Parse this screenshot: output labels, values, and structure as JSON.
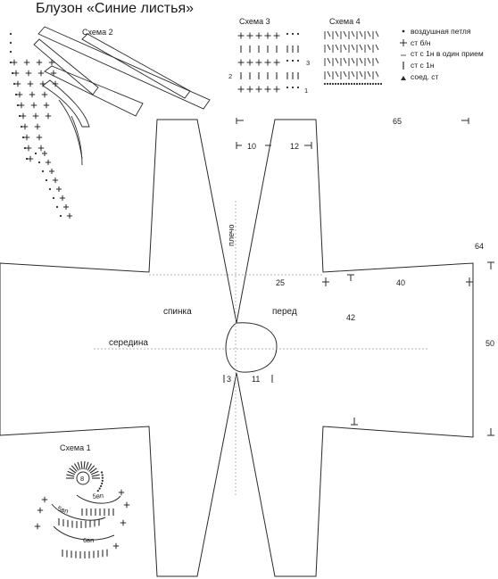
{
  "title": "Блузон «Синие листья»",
  "schemes": {
    "s1": "Схема 1",
    "s2": "Схема 2",
    "s3": "Схема 3",
    "s4": "Схема 4",
    "s1_center": "8",
    "s1_chain1": "5вп",
    "s1_chain2": "5вп",
    "s1_chain3": "6вп"
  },
  "scheme3_rows": {
    "r1": "1",
    "r2": "2",
    "r3": "3"
  },
  "legend": [
    {
      "label": "воздушная петля",
      "icon": "dot-icon"
    },
    {
      "label": "ст б/н",
      "icon": "cross-icon"
    },
    {
      "label": "ст с 1н в один прием",
      "icon": "tied-stitch-icon"
    },
    {
      "label": "ст с 1н",
      "icon": "bar-icon"
    },
    {
      "label": "соед. ст",
      "icon": "triangle-icon"
    }
  ],
  "pattern_labels": {
    "back": "спинка",
    "front": "перед",
    "middle": "середина",
    "shoulder": "плечо"
  },
  "dimensions": {
    "d65": "65",
    "d10": "10",
    "d12": "12",
    "d64": "64",
    "d25": "25",
    "d40": "40",
    "d42": "42",
    "d50": "50",
    "d3": "3",
    "d11": "11"
  },
  "colors": {
    "line": "#2a2a2a",
    "guide": "#9a9a9a"
  }
}
